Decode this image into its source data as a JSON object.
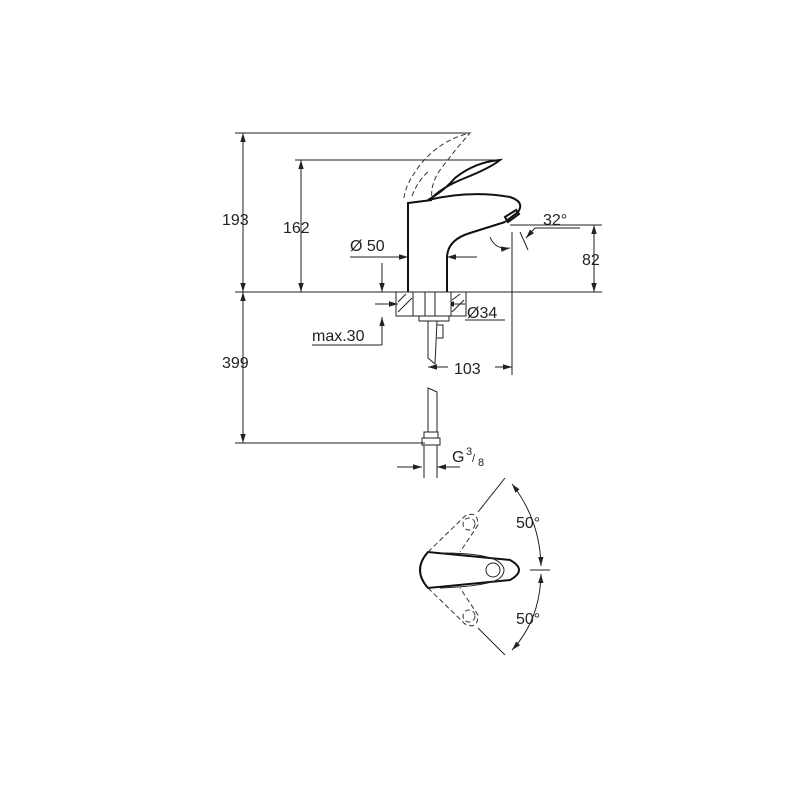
{
  "drawing": {
    "dimensions": {
      "total_height_lever_raised": "193",
      "height_to_lever": "162",
      "body_diameter": "Ø 50",
      "spout_height": "82",
      "spout_angle": "32°",
      "hole_diameter": "Ø34",
      "max_deck_thickness": "max.30",
      "spout_reach": "103",
      "hose_length": "399",
      "connection_thread": "G",
      "connection_thread_num": "3",
      "connection_thread_den": "8",
      "lever_rotation_top": "50°",
      "lever_rotation_bottom": "50°"
    }
  }
}
